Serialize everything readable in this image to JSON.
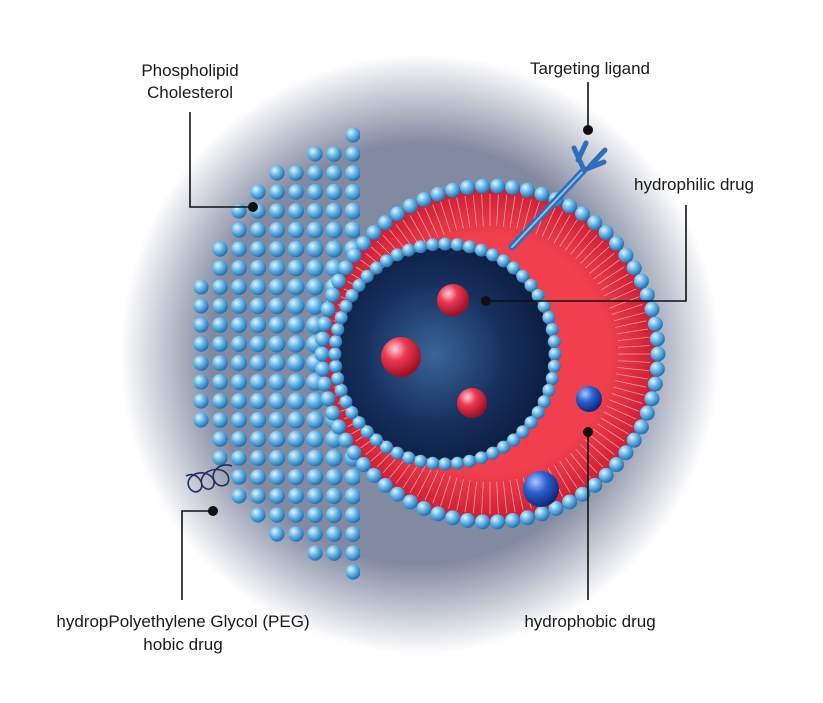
{
  "labels": {
    "phospholipid": "Phospholipid",
    "cholesterol": "Cholesterol",
    "targeting_ligand": "Targeting ligand",
    "hydrophilic_drug": "hydrophilic drug",
    "hydrophobic_drug": "hydrophobic drug",
    "peg_line1": "hydropPolyethylene Glycol (PEG)",
    "peg_line2": "hobic drug"
  },
  "colors": {
    "bead": "#4aa3dc",
    "bilayer": "#e0283c",
    "core": "#0c1f4a",
    "hydrophilic_drug": "#e0283c",
    "hydrophobic_drug": "#1f4fb0",
    "ligand": "#2d6fb8"
  }
}
